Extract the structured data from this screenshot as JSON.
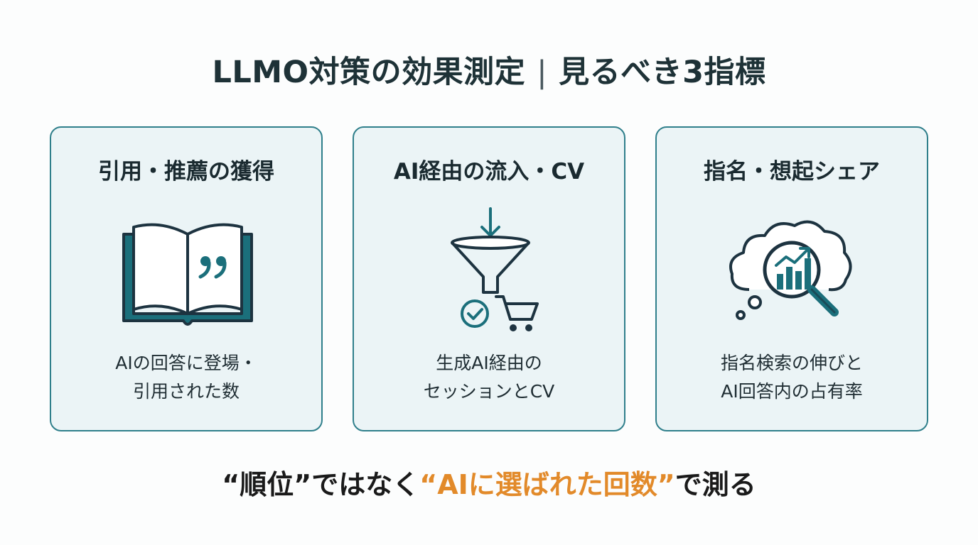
{
  "title": {
    "main": "LLMO対策の効果測定",
    "separator": "|",
    "sub": "見るべき3指標"
  },
  "colors": {
    "teal": "#1b6f7b",
    "dark_navy": "#1d3340",
    "card_bg": "#ebf4f6",
    "card_border": "#2f7f8b",
    "accent_orange": "#e28a2a"
  },
  "cards": [
    {
      "title": "引用・推薦の獲得",
      "icon": "open-book-quote-icon",
      "desc_line1": "AIの回答に登場・",
      "desc_line2": "引用された数"
    },
    {
      "title": "AI経由の流入・CV",
      "icon": "funnel-cart-icon",
      "desc_line1": "生成AI経由の",
      "desc_line2": "セッションとCV"
    },
    {
      "title": "指名・想起シェア",
      "icon": "thought-magnifier-chart-icon",
      "desc_line1": "指名検索の伸びと",
      "desc_line2": "AI回答内の占有率"
    }
  ],
  "tagline": {
    "part1": "“順位”ではなく",
    "accent": "“AIに選ばれた回数”",
    "part2": "で測る"
  }
}
